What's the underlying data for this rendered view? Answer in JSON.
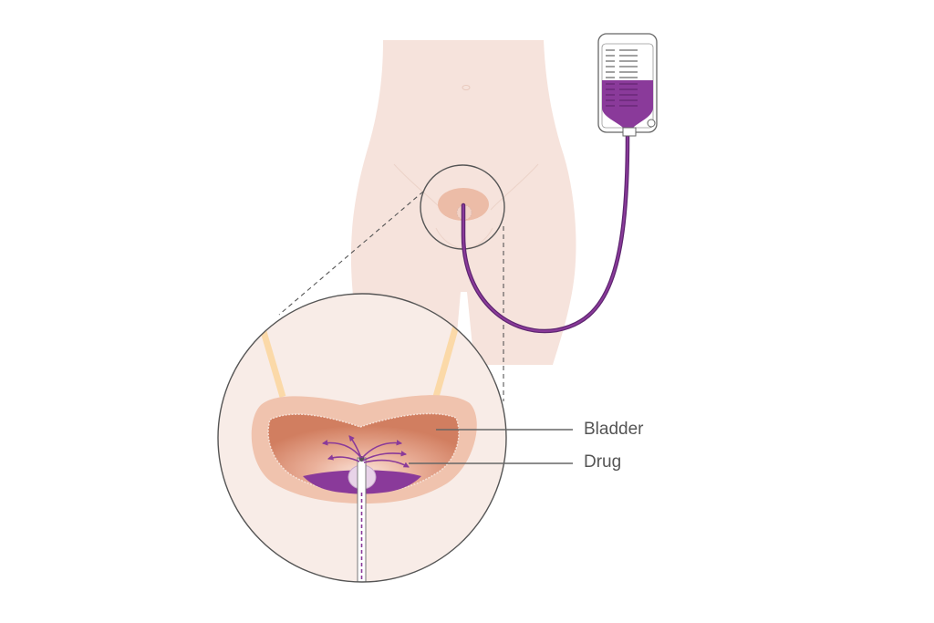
{
  "diagram": {
    "subject": "Intravesical drug instillation via urinary catheter",
    "labels": [
      {
        "id": "bladder",
        "text": "Bladder"
      },
      {
        "id": "drug",
        "text": "Drug"
      }
    ],
    "components": {
      "body": "lower-torso-front-view",
      "zoom_callout": "magnified-bladder-cross-section",
      "catheter": "urinary-catheter-tube",
      "drug_bag": "iv-style-drug-bag"
    },
    "colors": {
      "skin": "#f6e3dc",
      "skin_light": "#f8ece7",
      "bladder_outer": "#f0c3ae",
      "bladder_inner": "#d98a6c",
      "drug_purple": "#8a3a9a",
      "tube_purple": "#6b2d7b",
      "ureter": "#fbd9a8",
      "outline": "#4a4a4a",
      "label_text": "#555555"
    }
  }
}
